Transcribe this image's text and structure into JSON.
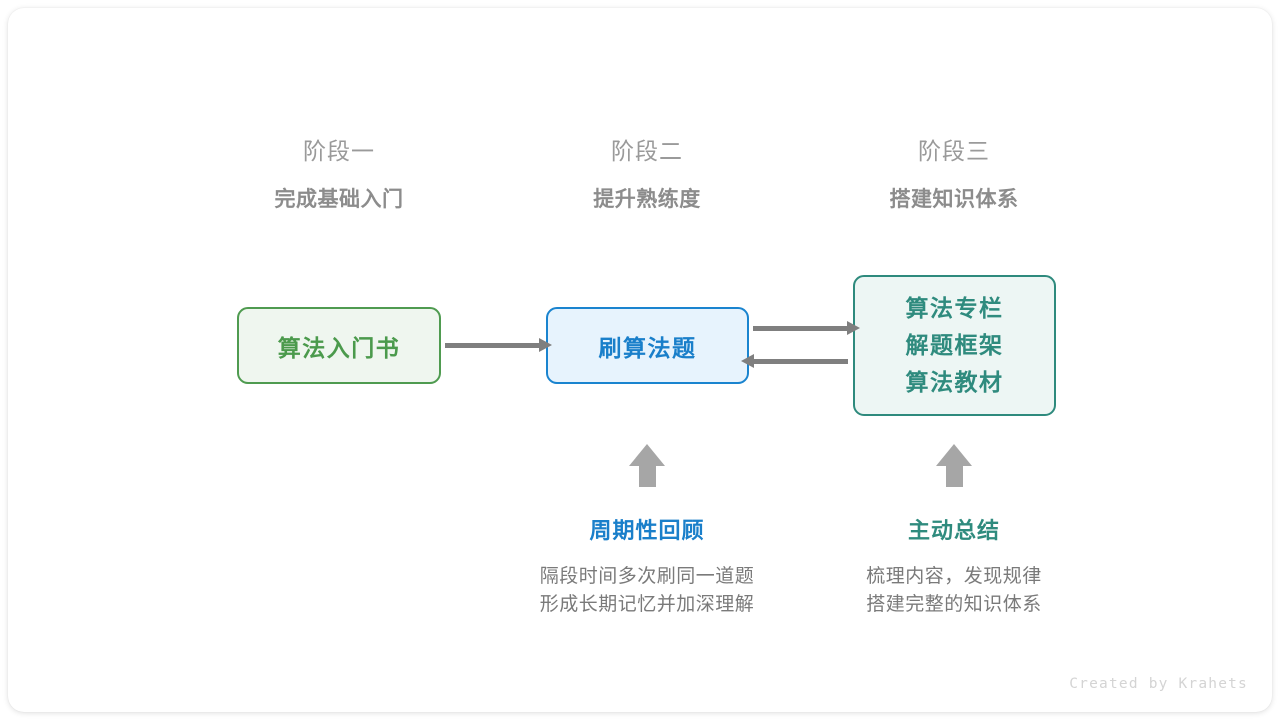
{
  "canvas": {
    "background": "#ffffff",
    "credit": "Created by Krahets"
  },
  "stages": [
    {
      "title": "阶段一",
      "subtitle": "完成基础入门"
    },
    {
      "title": "阶段二",
      "subtitle": "提升熟练度"
    },
    {
      "title": "阶段三",
      "subtitle": "搭建知识体系"
    }
  ],
  "nodes": {
    "book": {
      "label": "算法入门书",
      "border_color": "#4f9b50",
      "fill_color": "#eff6ef",
      "text_color": "#4b9a4c"
    },
    "practice": {
      "label": "刷算法题",
      "border_color": "#1a84cf",
      "fill_color": "#e7f3fd",
      "text_color": "#1a7fca"
    },
    "knowledge": {
      "line1": "算法专栏",
      "line2": "解题框架",
      "line3": "算法教材",
      "border_color": "#2e8a7d",
      "fill_color": "#edf6f4",
      "text_color": "#2f8b7e"
    }
  },
  "arrows": {
    "color": "#7f7f7f",
    "up_color": "#a6a6a6",
    "book_to_practice": "right",
    "practice_to_knowledge": "right",
    "knowledge_to_practice": "left"
  },
  "annotations": [
    {
      "title": "周期性回顾",
      "color": "#1a7fca",
      "desc_line1": "隔段时间多次刷同一道题",
      "desc_line2": "形成长期记忆并加深理解"
    },
    {
      "title": "主动总结",
      "color": "#2f8b7e",
      "desc_line1": "梳理内容，发现规律",
      "desc_line2": "搭建完整的知识体系"
    }
  ]
}
